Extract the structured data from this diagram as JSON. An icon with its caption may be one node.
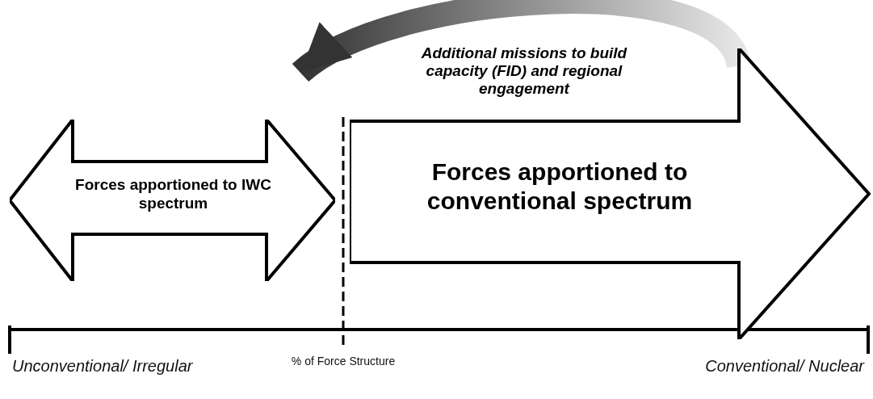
{
  "diagram": {
    "nodes": [
      {
        "text": [
          "Forces apportioned to IWC spectrum"
        ]
      },
      {
        "text": [
          "Forces apportioned to conventional spectrum"
        ]
      }
    ],
    "edges": [
      {
        "from": 1,
        "to": 0,
        "arrow": "to",
        "label": "Additional missions to build capacity (FID) and regional engagement"
      }
    ],
    "labels": [
      "Unconventional/ Irregular",
      "% of Force Structure",
      "Conventional/ Nuclear"
    ]
  }
}
